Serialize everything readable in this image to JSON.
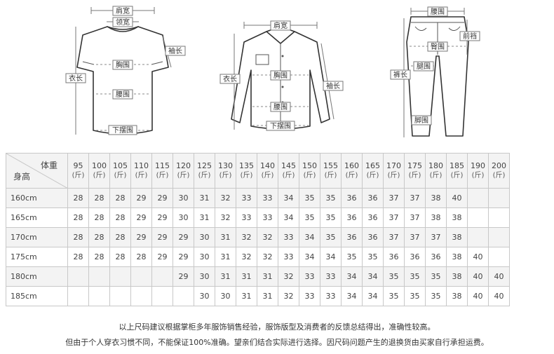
{
  "diagrams": {
    "tshirt": {
      "shoulder": "肩宽",
      "neck": "领宽",
      "sleeve": "袖长",
      "length": "衣长",
      "chest": "胸围",
      "waist": "腰围",
      "hem": "下摆围"
    },
    "shirt": {
      "shoulder": "肩宽",
      "length": "衣长",
      "sleeve": "袖长",
      "chest": "胸围",
      "waist": "腰围",
      "hem": "下摆围"
    },
    "pants": {
      "waist": "腰围",
      "front_rise": "前裆",
      "hip": "臀围",
      "inseam": "裤长",
      "thigh": "腿围",
      "leg_opening": "脚围"
    }
  },
  "table": {
    "corner_weight": "体重",
    "corner_height": "身高",
    "weight_unit": "(斤)",
    "weights": [
      "95",
      "100",
      "105",
      "110",
      "115",
      "120",
      "125",
      "130",
      "135",
      "140",
      "145",
      "150",
      "155",
      "160",
      "165",
      "170",
      "175",
      "180",
      "185",
      "190",
      "200"
    ],
    "rows": [
      {
        "height": "160cm",
        "cells": [
          "28",
          "28",
          "28",
          "29",
          "29",
          "30",
          "31",
          "32",
          "33",
          "33",
          "34",
          "35",
          "35",
          "36",
          "36",
          "37",
          "37",
          "38",
          "40",
          "",
          ""
        ]
      },
      {
        "height": "165cm",
        "cells": [
          "28",
          "28",
          "28",
          "29",
          "29",
          "30",
          "31",
          "32",
          "33",
          "33",
          "34",
          "35",
          "35",
          "36",
          "36",
          "37",
          "37",
          "38",
          "38",
          "",
          ""
        ]
      },
      {
        "height": "170cm",
        "cells": [
          "28",
          "28",
          "28",
          "29",
          "29",
          "29",
          "30",
          "31",
          "32",
          "32",
          "33",
          "34",
          "35",
          "36",
          "36",
          "37",
          "37",
          "37",
          "38",
          "",
          ""
        ]
      },
      {
        "height": "175cm",
        "cells": [
          "28",
          "28",
          "28",
          "28",
          "29",
          "29",
          "30",
          "31",
          "32",
          "32",
          "33",
          "34",
          "34",
          "35",
          "35",
          "36",
          "36",
          "36",
          "38",
          "40",
          ""
        ]
      },
      {
        "height": "180cm",
        "cells": [
          "",
          "",
          "",
          "",
          "",
          "29",
          "30",
          "31",
          "31",
          "31",
          "32",
          "33",
          "33",
          "34",
          "34",
          "35",
          "35",
          "35",
          "38",
          "40",
          "40"
        ]
      },
      {
        "height": "185cm",
        "cells": [
          "",
          "",
          "",
          "",
          "",
          "",
          "30",
          "30",
          "31",
          "31",
          "32",
          "33",
          "33",
          "34",
          "34",
          "35",
          "35",
          "35",
          "38",
          "40",
          "40"
        ]
      }
    ]
  },
  "notes": {
    "line1": "以上尺码建议根据掌柜多年服饰销售经验，服饰版型及消费者的反馈总结得出，准确性较高。",
    "line2": "但由于个人穿衣习惯不同，不能保证100%准确。望亲们结合实际进行选择。因尺码问题产生的退换货由买家自行承担运费。"
  }
}
